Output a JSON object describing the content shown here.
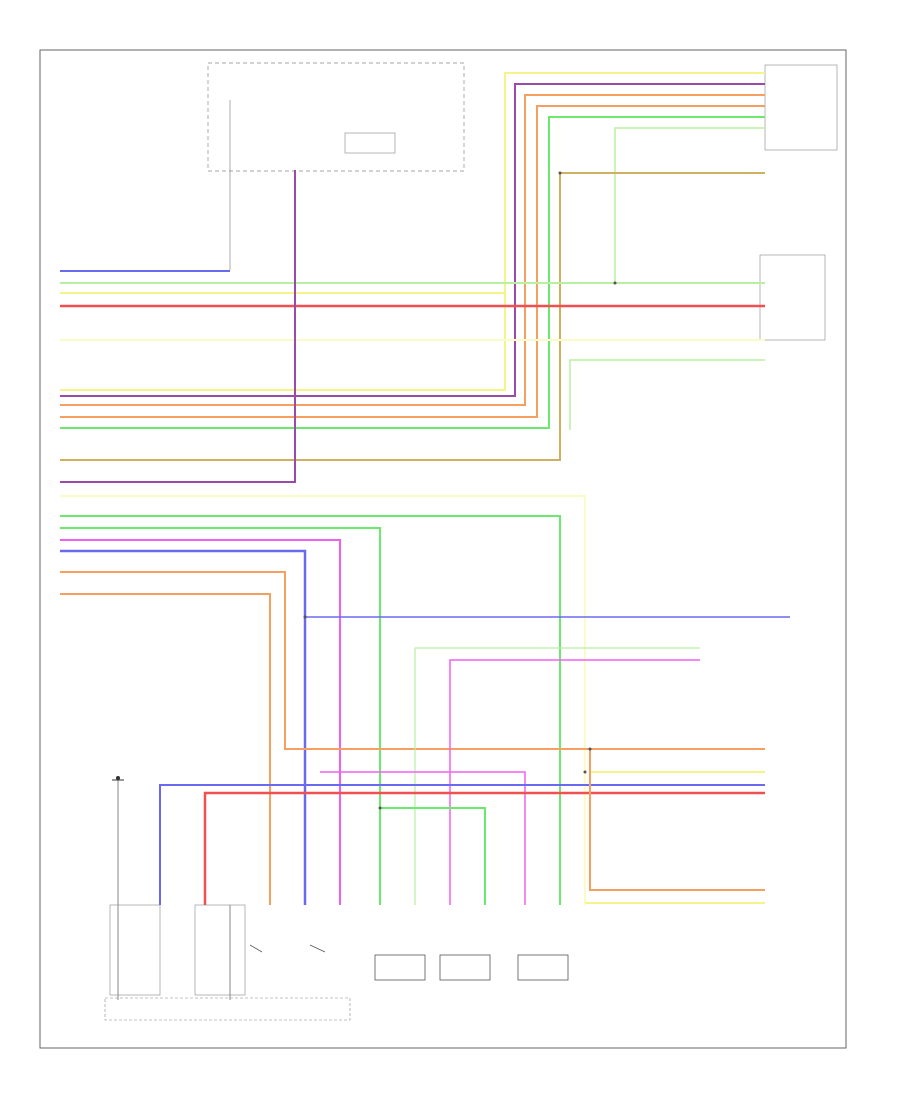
{
  "colors": {
    "blue": "#6a6af0",
    "yellow": "#f4f48a",
    "green": "#6ce86c",
    "red": "#f05050",
    "orange": "#f5a060",
    "pink": "#f060f0",
    "purple": "#9a4aa8",
    "tan": "#cfb060",
    "pale_yellow": "#fbfbc8",
    "light_green": "#b8f0a0"
  },
  "icons": [
    "ground-symbol",
    "switch-symbol",
    "connector-symbol",
    "motor-symbol"
  ]
}
